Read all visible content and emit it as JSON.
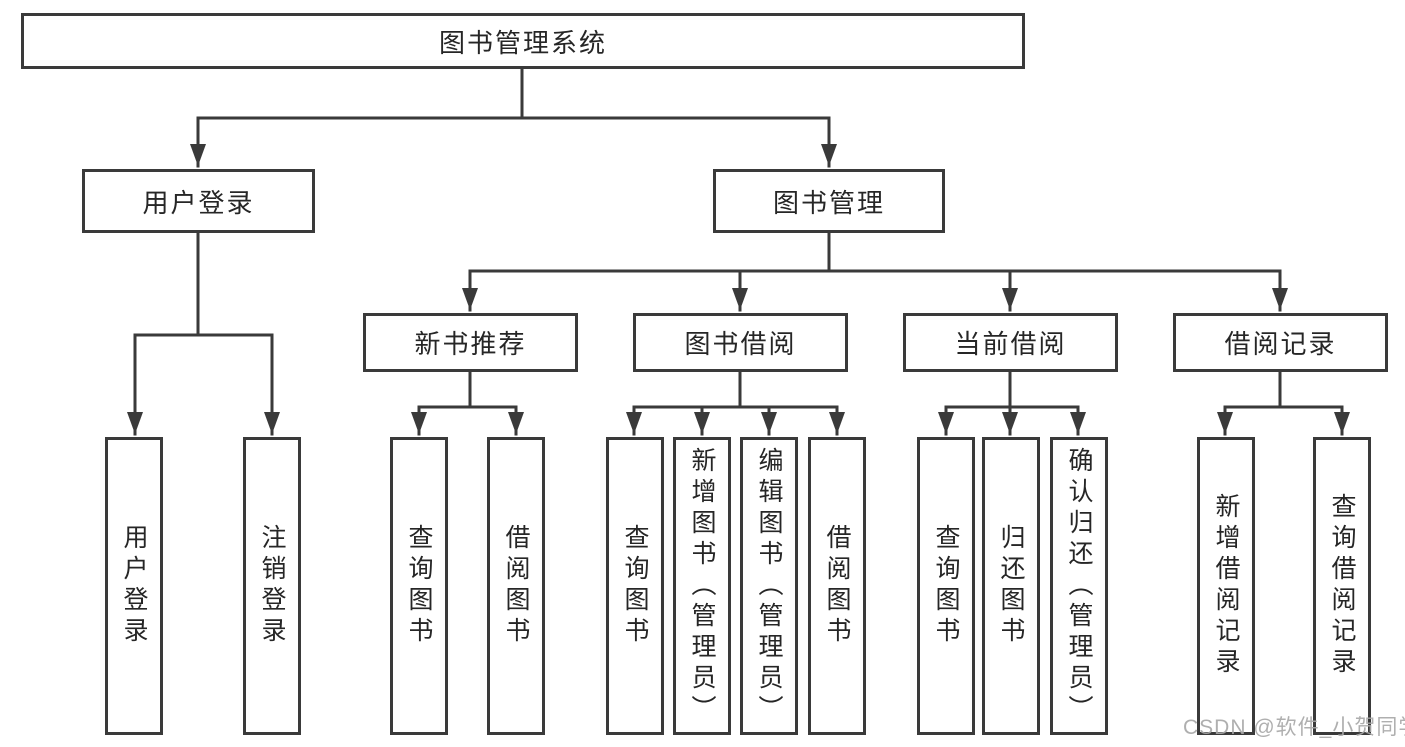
{
  "diagram_title": "图书管理系统",
  "nodes": {
    "root": {
      "label": "图书管理系统"
    },
    "user_login": {
      "label": "用户登录"
    },
    "book_management": {
      "label": "图书管理"
    },
    "new_book_recommend": {
      "label": "新书推荐"
    },
    "book_borrow": {
      "label": "图书借阅"
    },
    "current_borrow": {
      "label": "当前借阅"
    },
    "borrow_record": {
      "label": "借阅记录"
    },
    "leaf_user_login": {
      "label": "用户登录"
    },
    "leaf_logout": {
      "label": "注销登录"
    },
    "leaf_rec_query_book": {
      "label": "查询图书"
    },
    "leaf_rec_borrow_book": {
      "label": "借阅图书"
    },
    "leaf_bb_query_book": {
      "label": "查询图书"
    },
    "leaf_bb_add_book": {
      "label": "新增图书（管理员）"
    },
    "leaf_bb_edit_book": {
      "label": "编辑图书（管理员）"
    },
    "leaf_bb_borrow_book": {
      "label": "借阅图书"
    },
    "leaf_cb_query_book": {
      "label": "查询图书"
    },
    "leaf_cb_return_book": {
      "label": "归还图书"
    },
    "leaf_cb_confirm_return": {
      "label": "确认归还（管理员）"
    },
    "leaf_br_add_record": {
      "label": "新增借阅记录"
    },
    "leaf_br_query_record": {
      "label": "查询借阅记录"
    }
  },
  "watermark": {
    "text": "CSDN @软件_小贺同学"
  },
  "colors": {
    "background": "#ffffff",
    "line": "#3a3a3a",
    "box_border": "#3a3a3a",
    "text": "#262626",
    "watermark": "#a8a8a8"
  }
}
